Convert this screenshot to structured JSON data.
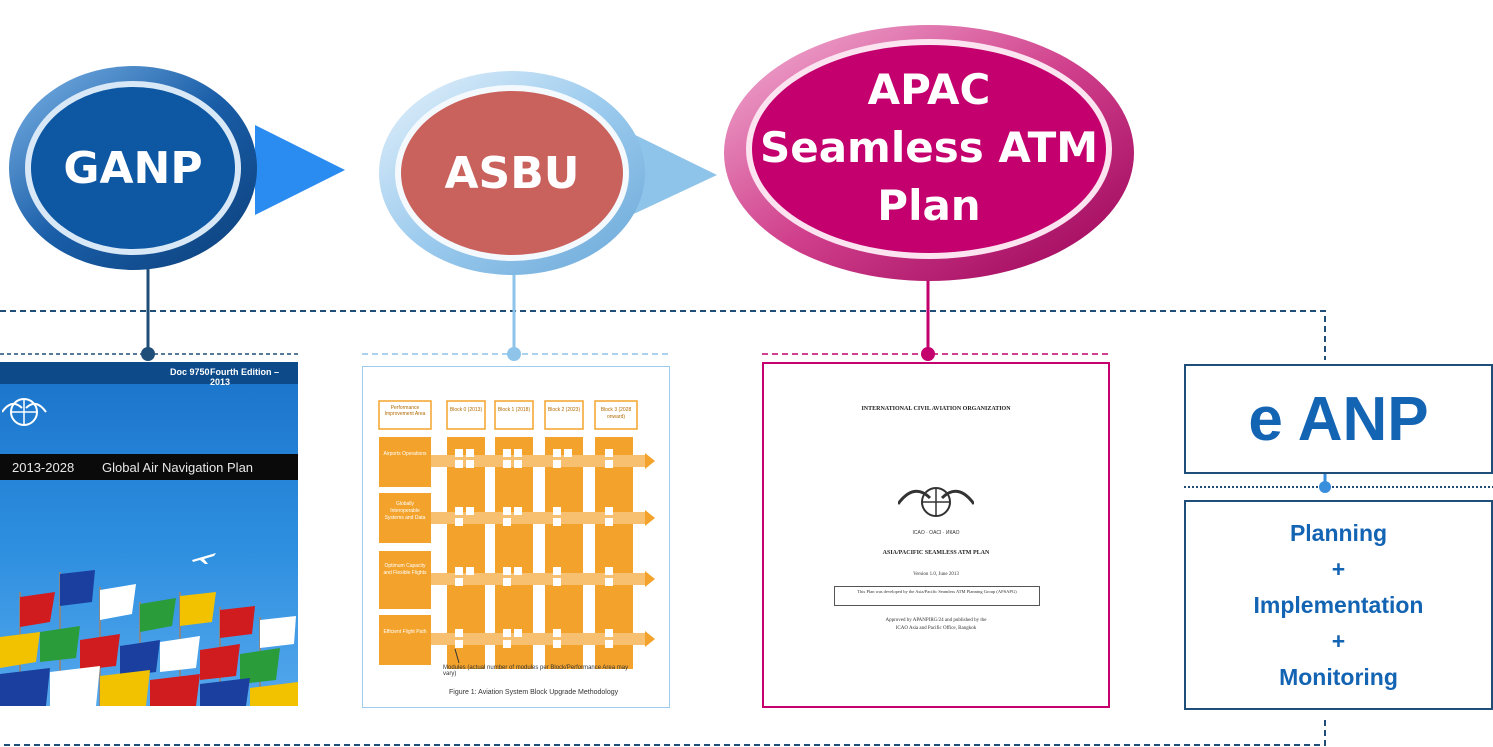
{
  "nodes": {
    "ganp": {
      "label": "GANP",
      "color": "#0d57a3"
    },
    "asbu": {
      "label": "ASBU",
      "color": "#c9625d"
    },
    "apac": {
      "line1": "APAC",
      "line2": "Seamless ATM",
      "line3": "Plan",
      "color": "#c4006e"
    }
  },
  "ganp_doc": {
    "doc_number": "Doc 9750",
    "edition": "Fourth Edition – 2013",
    "years": "2013-2028",
    "title": "Global Air Navigation Plan"
  },
  "asbu_doc": {
    "col_header_0": "Performance Improvement Area",
    "block_headers": [
      "Block 0 (2013)",
      "Block 1 (2018)",
      "Block 2 (2023)",
      "Block 3 (2028 onward)"
    ],
    "row_labels": [
      "Airports Operations",
      "Globally Interoperable Systems and Data",
      "Optimum Capacity and Flexible Flights",
      "Efficient Flight Path"
    ],
    "modules_note": "Modules (actual number of modules per Block/Performance Area may vary)",
    "figure_caption": "Figure 1: Aviation System Block Upgrade Methodology"
  },
  "apac_doc": {
    "org": "INTERNATIONAL CIVIL AVIATION ORGANIZATION",
    "seal_text": "ICAO · OACI · ИКАО",
    "plan_title": "ASIA/PACIFIC SEAMLESS ATM PLAN",
    "version": "Version 1.0, June 2013",
    "developed_by": "This Plan was developed by the Asia/Pacific Seamless ATM Planning Group (APSAPG)",
    "approved_line1": "Approved by APANPIRG/24 and published by the",
    "approved_line2": "ICAO Asia and Pacific Office, Bangkok"
  },
  "eanp": {
    "title": "e ANP",
    "planning": "Planning",
    "plus1": "+",
    "implementation": "Implementation",
    "plus2": "+",
    "monitoring": "Monitoring",
    "color": "#1464b4"
  }
}
